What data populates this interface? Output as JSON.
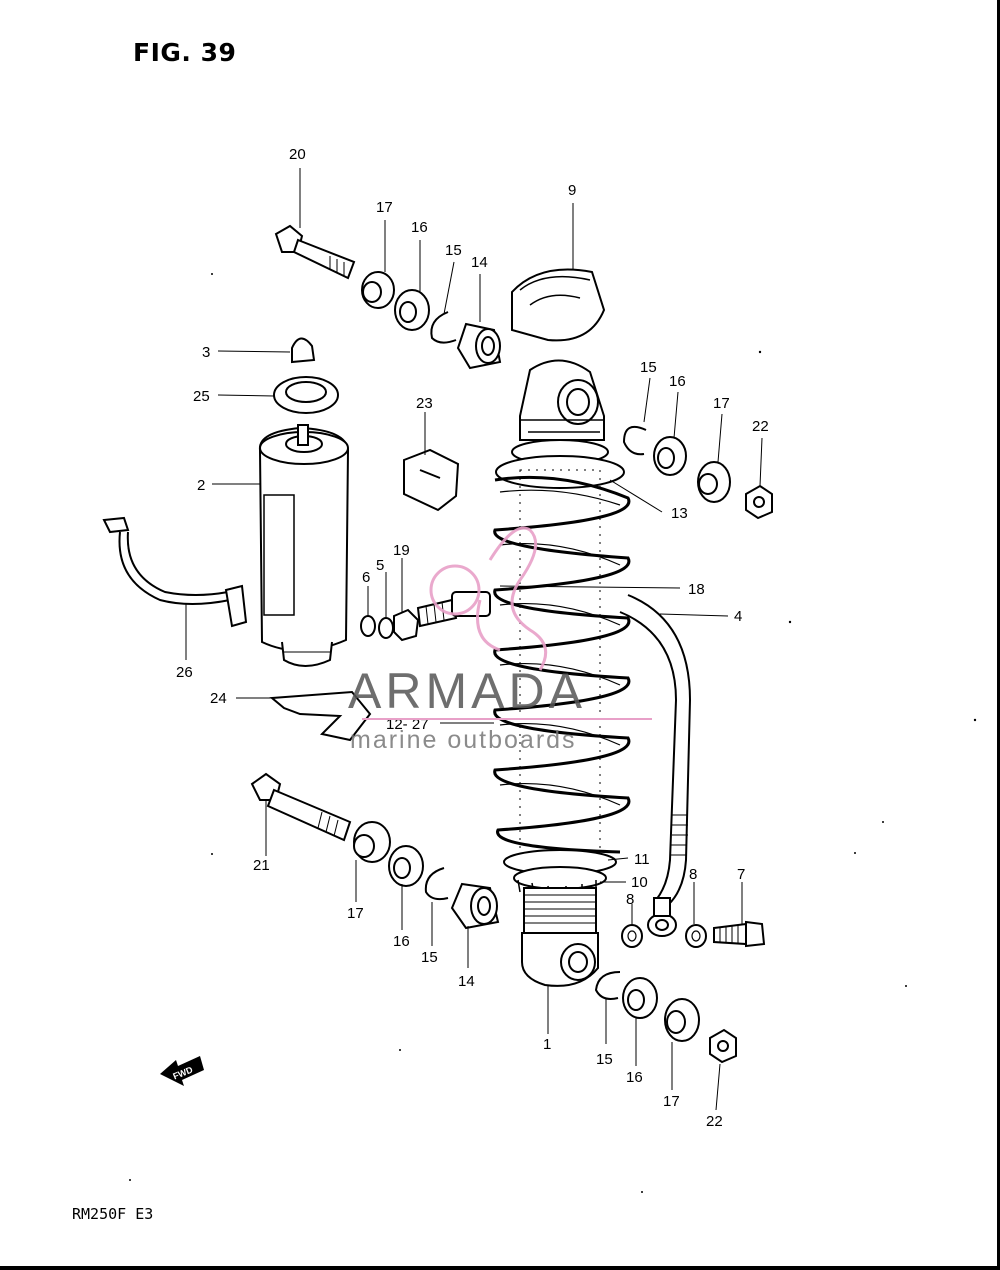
{
  "figure": {
    "title": "FIG. 39",
    "model_code": "RM250F  E3"
  },
  "watermark": {
    "brand": "ARMADA",
    "tagline": "marine outboards",
    "pink": "#e8a0c8"
  },
  "direction_marker": {
    "text": "FWD",
    "icon": "forward-arrow-icon"
  },
  "callouts": {
    "c1": "1",
    "c2": "2",
    "c3": "3",
    "c4": "4",
    "c5": "5",
    "c6": "6",
    "c7": "7",
    "c8a": "8",
    "c8b": "8",
    "c9": "9",
    "c10": "10",
    "c11": "11",
    "c12_27": "12- 27",
    "c13": "13",
    "c14a": "14",
    "c14b": "14",
    "c15a": "15",
    "c15b": "15",
    "c15c": "15",
    "c15d": "15",
    "c16a": "16",
    "c16b": "16",
    "c16c": "16",
    "c16d": "16",
    "c17a": "17",
    "c17b": "17",
    "c17c": "17",
    "c17d": "17",
    "c18": "18",
    "c19": "19",
    "c20": "20",
    "c21": "21",
    "c22a": "22",
    "c22b": "22",
    "c23": "23",
    "c24": "24",
    "c25": "25",
    "c26": "26"
  }
}
